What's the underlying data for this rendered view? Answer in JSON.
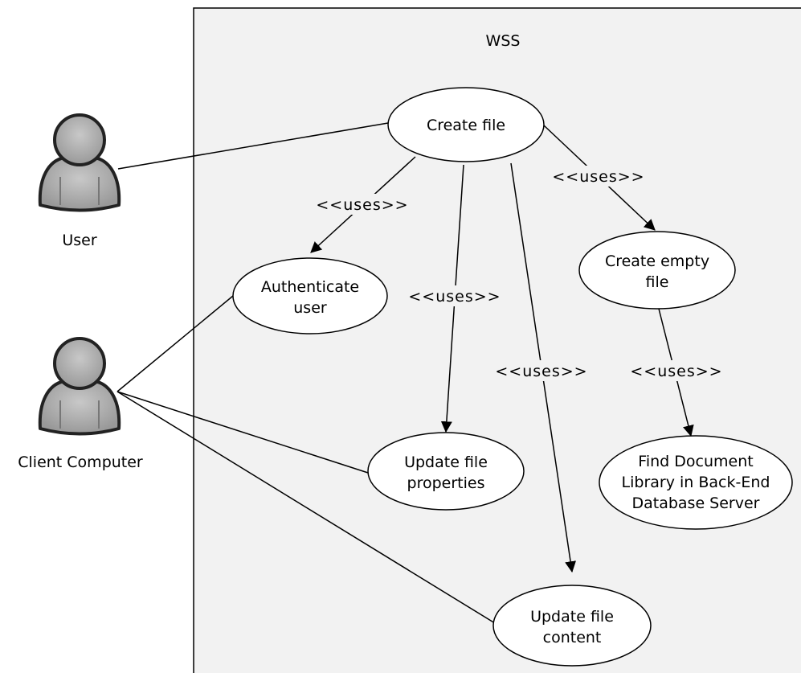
{
  "system": {
    "title": "WSS"
  },
  "actors": {
    "user": {
      "label": "User"
    },
    "client": {
      "label": "Client Computer"
    }
  },
  "use_cases": {
    "create_file": {
      "lines": [
        "Create file"
      ]
    },
    "authenticate": {
      "lines": [
        "Authenticate",
        "user"
      ]
    },
    "create_empty": {
      "lines": [
        "Create empty",
        "file"
      ]
    },
    "update_props": {
      "lines": [
        "Update file",
        "properties"
      ]
    },
    "find_library": {
      "lines": [
        "Find Document",
        "Library in Back-End",
        "Database Server"
      ]
    },
    "update_content": {
      "lines": [
        "Update file",
        "content"
      ]
    }
  },
  "relations": {
    "uses_label": "<<uses>>"
  },
  "colors": {
    "boundary_fill": "#f2f2f2",
    "actor_fill": "#a6a6a6",
    "stroke": "#000000",
    "ellipse_fill": "#ffffff"
  }
}
